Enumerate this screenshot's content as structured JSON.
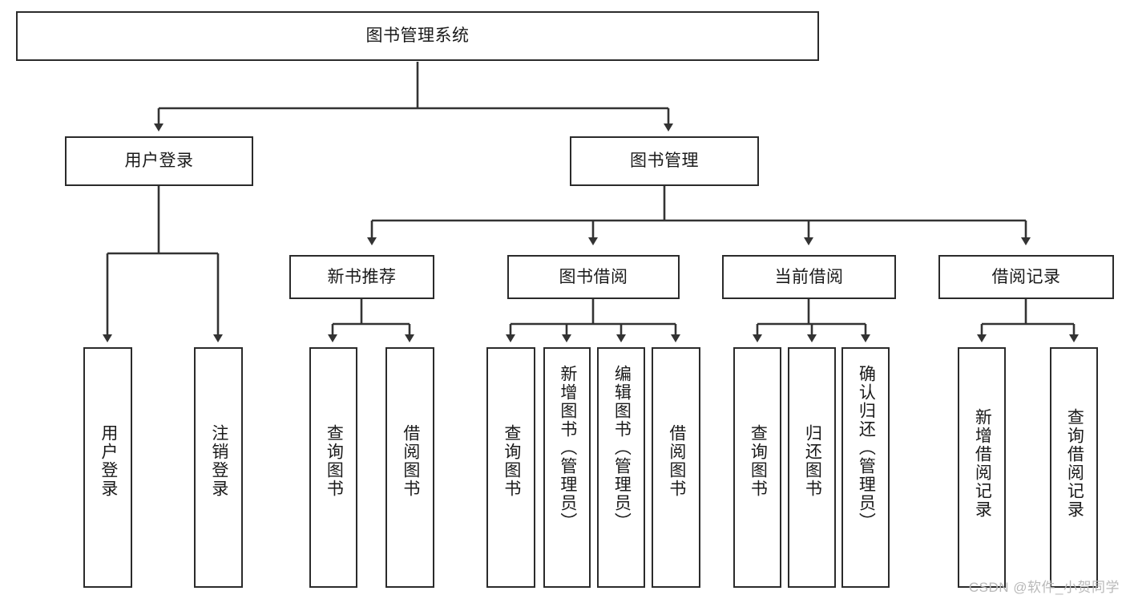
{
  "diagram": {
    "title": "图书管理系统",
    "type": "hierarchy-tree",
    "watermark": "CSDN @软件_小贺同学",
    "colors": {
      "box_border": "#2b2b2b",
      "box_fill": "#ffffff",
      "line": "#333333",
      "text": "#1a1a1a",
      "watermark": "#b9b9b9",
      "background": "#ffffff"
    },
    "root": {
      "label": "图书管理系统"
    },
    "level2": [
      {
        "label": "用户登录"
      },
      {
        "label": "图书管理"
      }
    ],
    "level3": [
      {
        "label": "新书推荐"
      },
      {
        "label": "图书借阅"
      },
      {
        "label": "当前借阅"
      },
      {
        "label": "借阅记录"
      }
    ],
    "leaves": {
      "user_login": [
        {
          "label": "用户登录"
        },
        {
          "label": "注销登录"
        }
      ],
      "new_book": [
        {
          "label": "查询图书"
        },
        {
          "label": "借阅图书"
        }
      ],
      "book_borrow": [
        {
          "label": "查询图书"
        },
        {
          "label": "新增图书（管理员）"
        },
        {
          "label": "编辑图书（管理员）"
        },
        {
          "label": "借阅图书"
        }
      ],
      "current_borrow": [
        {
          "label": "查询图书"
        },
        {
          "label": "归还图书"
        },
        {
          "label": "确认归还（管理员）"
        }
      ],
      "borrow_record": [
        {
          "label": "新增借阅记录"
        },
        {
          "label": "查询借阅记录"
        }
      ]
    }
  }
}
